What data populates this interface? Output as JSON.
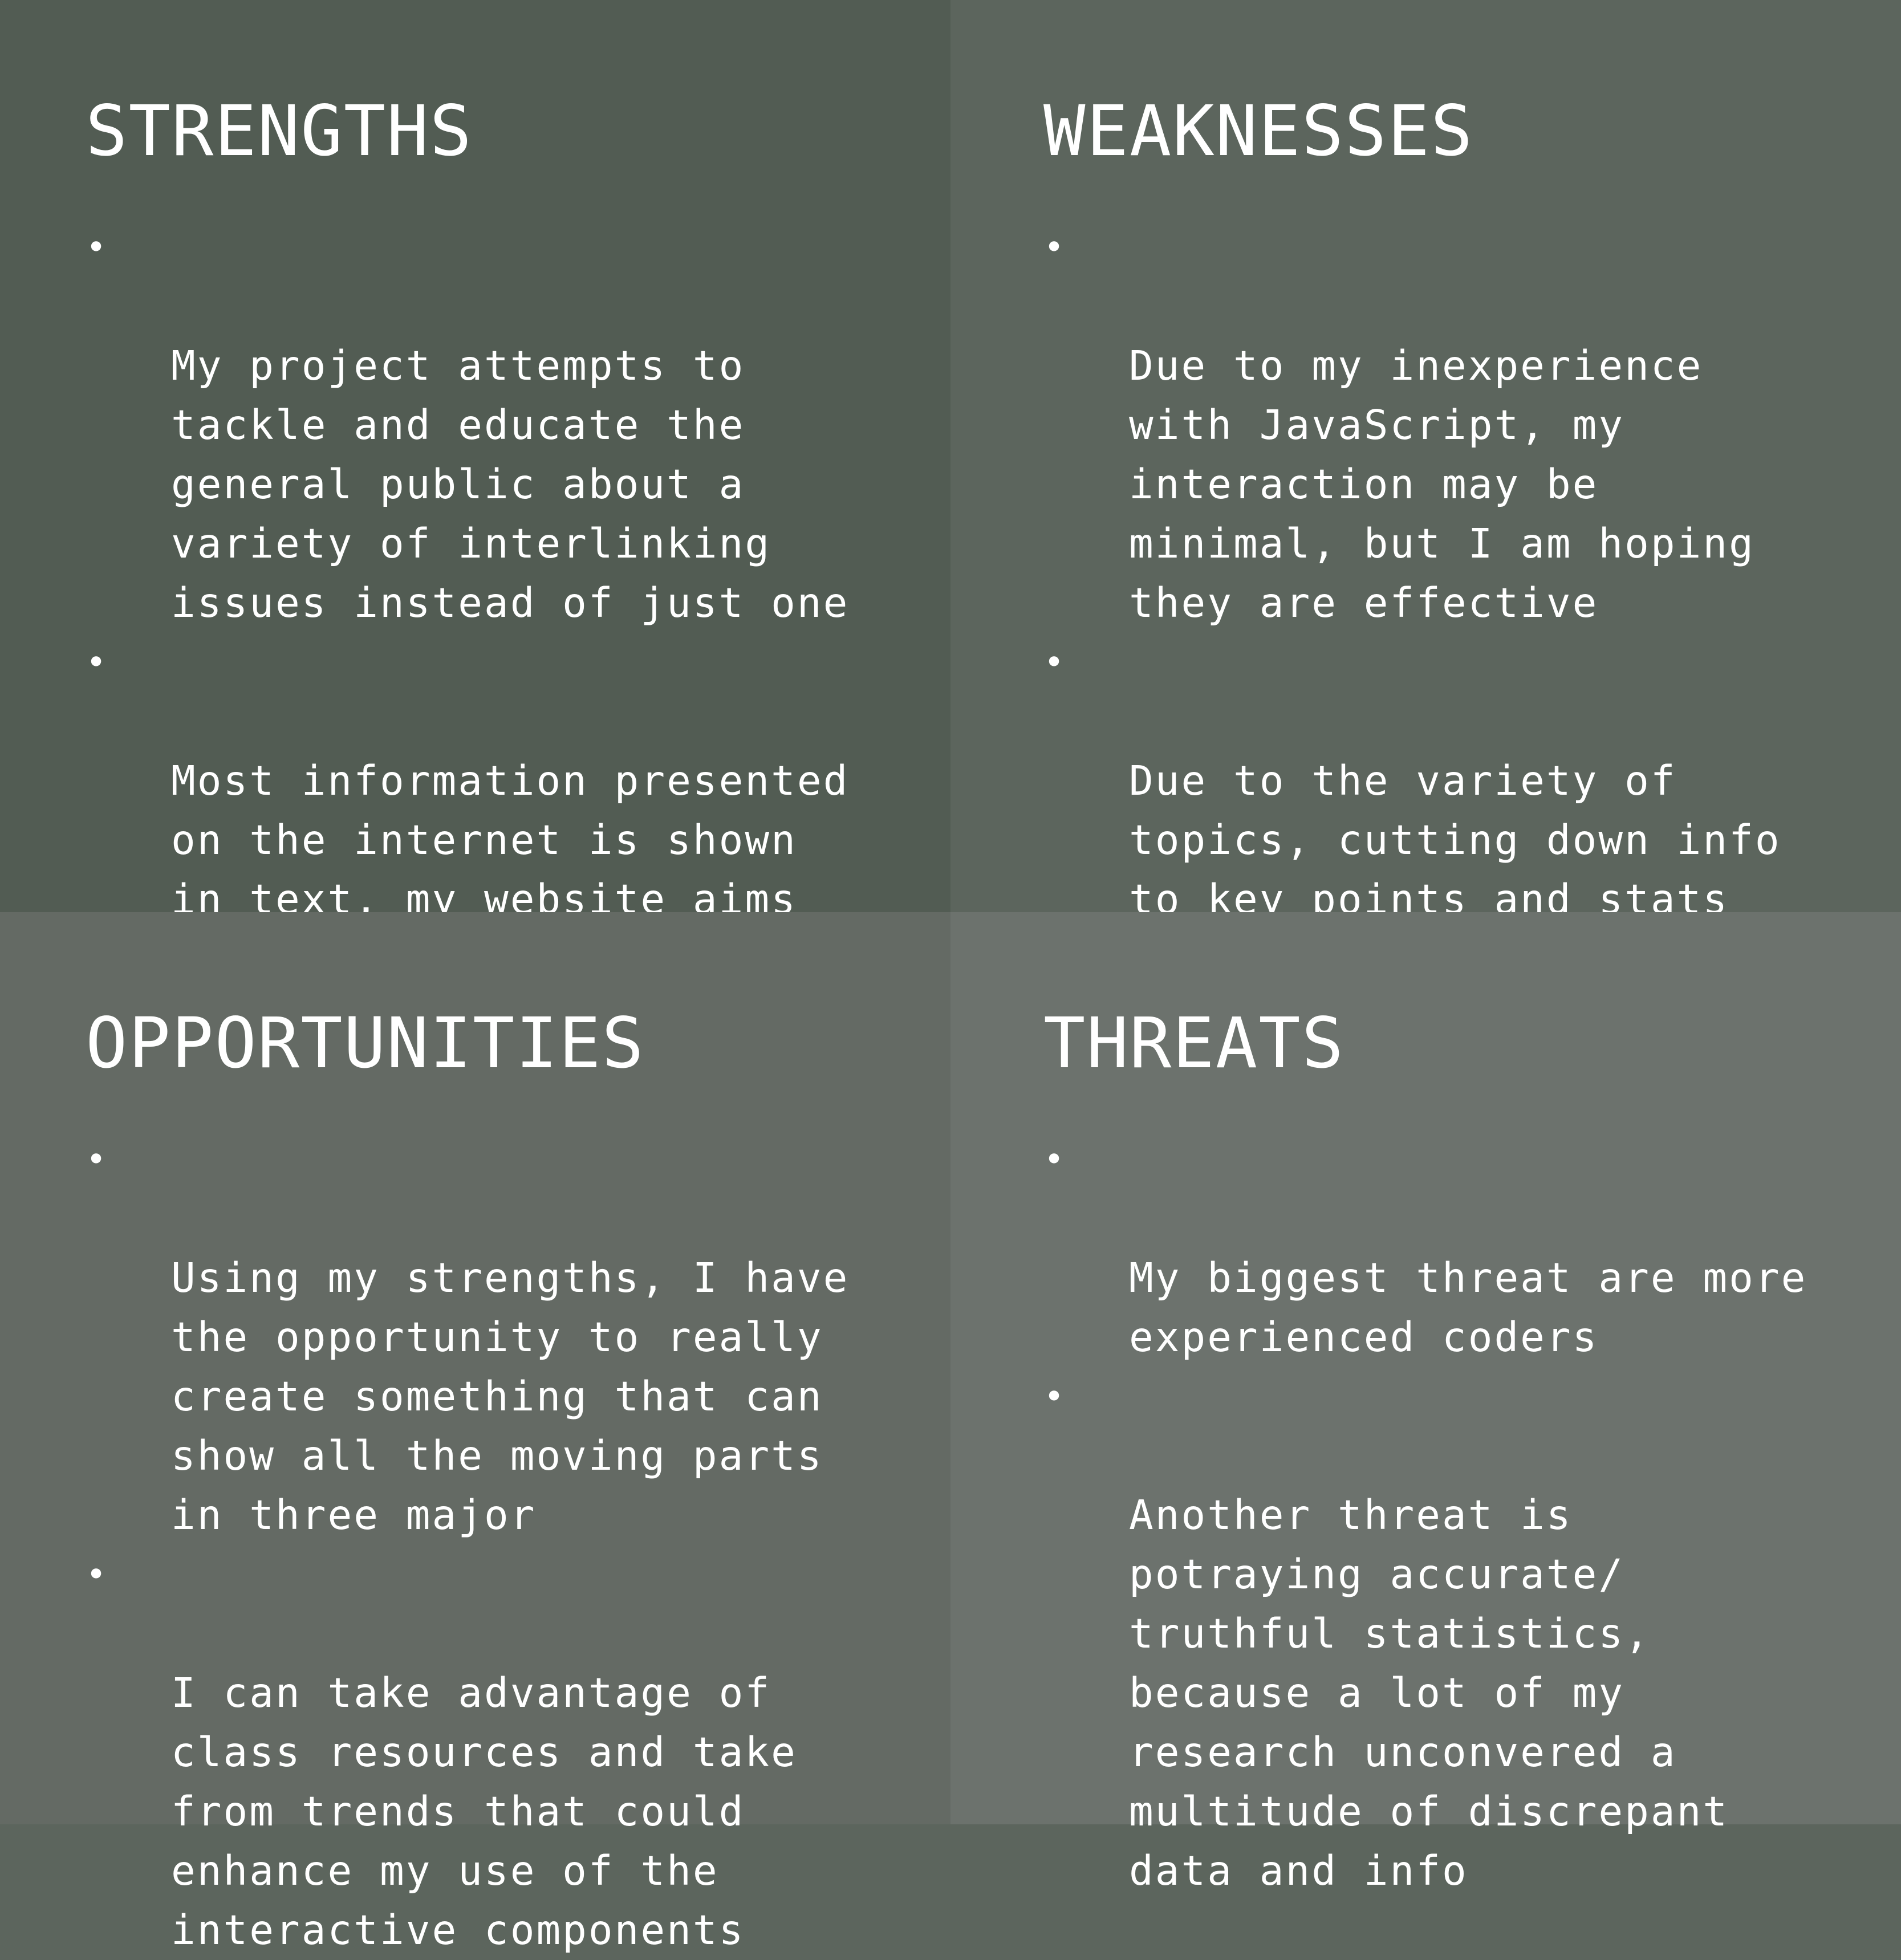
{
  "colors": {
    "strengths_bg": "#525c53",
    "weaknesses_bg": "#5c655d",
    "opportunities_bg": "#646a64",
    "threats_bg": "#6c726d",
    "text": "#ffffff"
  },
  "bullet_glyph": "•",
  "strengths": {
    "title": "STRENGTHS",
    "items": [
      "My project attempts to\ntackle and educate the\ngeneral public about a\nvariety of interlinking\nissues instead of just one",
      "Most information presented\non the internet is shown\nin text, my website aims\nto add interaction making\nthe information stick"
    ]
  },
  "weaknesses": {
    "title": "WEAKNESSES",
    "items": [
      "Due to my inexperience\nwith JavaScript, my\ninteraction may be\nminimal, but I am hoping\nthey are effective",
      "Due to the variety of\ntopics, cutting down info\nto key points and stats\nmay cause an issue"
    ]
  },
  "opportunities": {
    "title": "OPPORTUNITIES",
    "items": [
      "Using my strengths, I have\nthe opportunity to really\ncreate something that can\nshow all the moving parts\nin three major",
      "I can take advantage of\nclass resources and take\nfrom trends that could\nenhance my use of the\ninteractive components"
    ]
  },
  "threats": {
    "title": "THREATS",
    "items": [
      "My biggest threat are more\nexperienced coders",
      "Another threat is\npotraying accurate/\ntruthful statistics,\nbecause a lot of my\nresearch unconvered a\nmultitude of discrepant\ndata and info"
    ]
  }
}
